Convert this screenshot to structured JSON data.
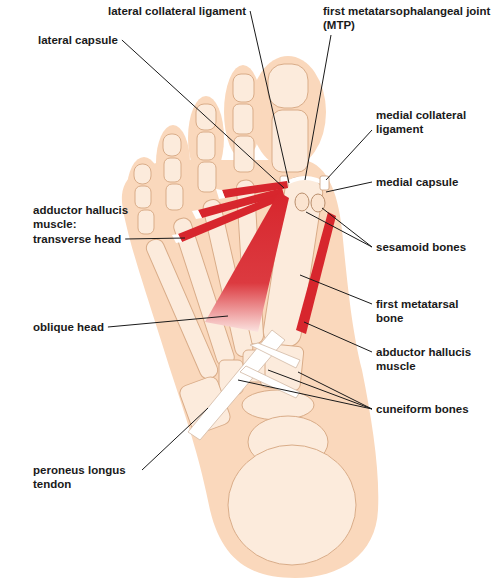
{
  "diagram": {
    "labels": [
      "lateral collateral ligament",
      "first metatarsophalangeal joint (MTP)",
      "lateral capsule",
      "medial collateral ligament",
      "medial capsule",
      "adductor hallucis muscle:",
      "transverse head",
      "sesamoid bones",
      "first metatarsal bone",
      "oblique head",
      "abductor hallucis muscle",
      "cuneiform bones",
      "peroneus longus tendon"
    ]
  }
}
